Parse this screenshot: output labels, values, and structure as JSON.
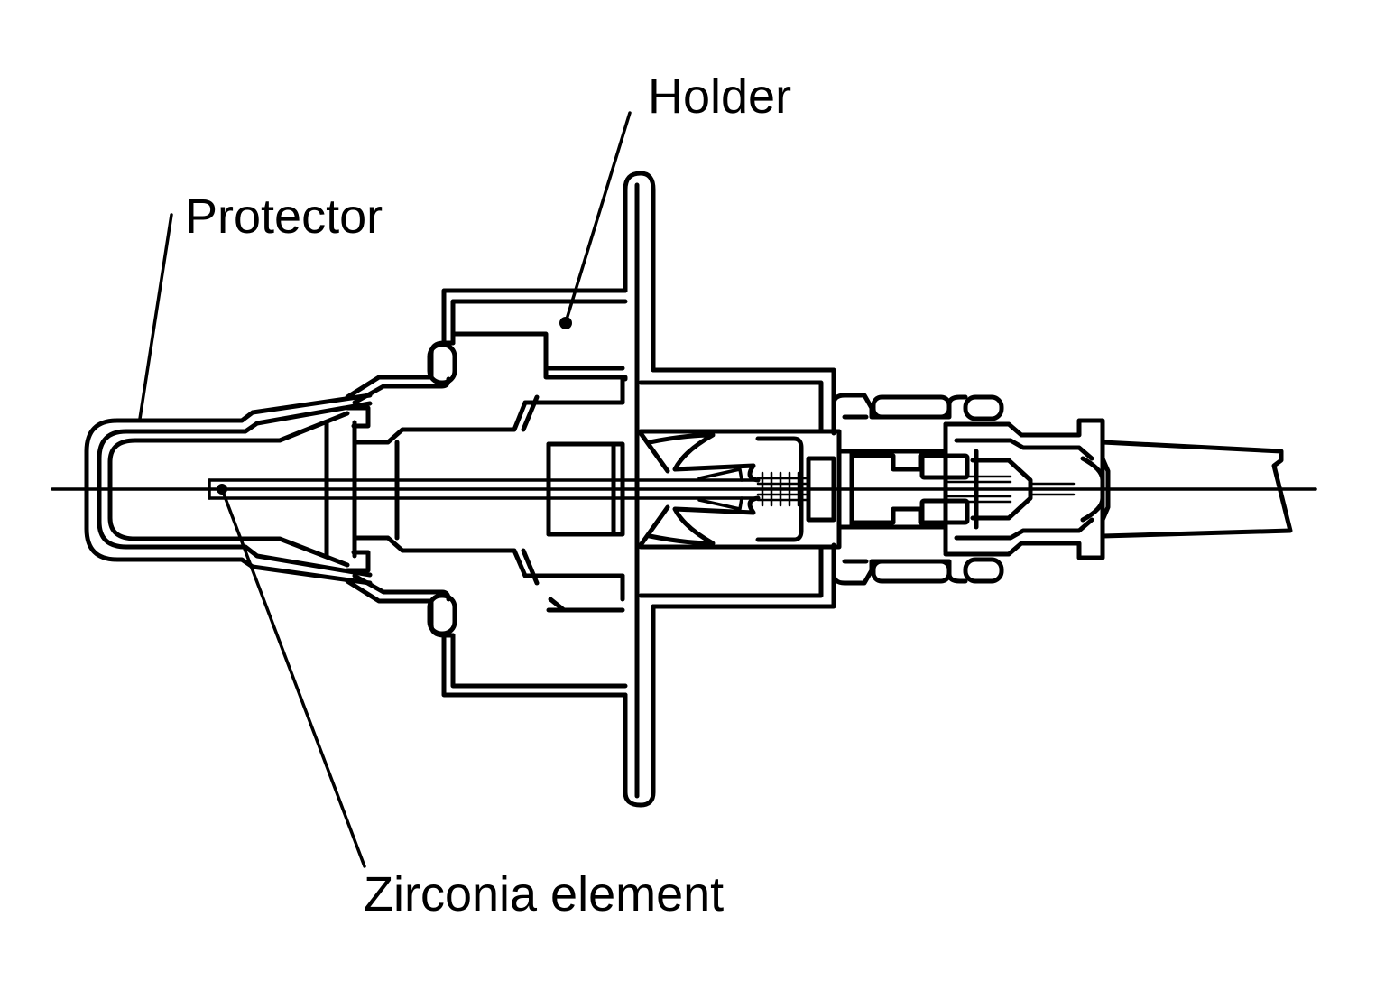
{
  "diagram": {
    "colors": {
      "ink": "#000000",
      "background": "#ffffff"
    },
    "labels": {
      "holder": "Holder",
      "protector": "Protector",
      "zirconia_element": "Zirconia element"
    }
  }
}
